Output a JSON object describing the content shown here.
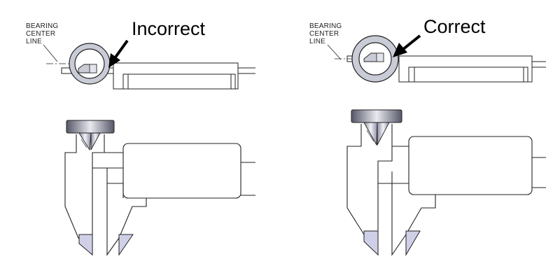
{
  "panels": [
    {
      "id": "incorrect",
      "title": "Incorrect",
      "annotation": [
        "BEARING",
        "CENTER",
        "LINE"
      ]
    },
    {
      "id": "correct",
      "title": "Correct",
      "annotation": [
        "BEARING",
        "CENTER",
        "LINE"
      ]
    }
  ],
  "colors": {
    "stroke": "#222222",
    "ring": "#c9cbd6",
    "ring_dark": "#8a8fa3",
    "tip": "#cfd0e8",
    "cap_light": "#e8e8ee",
    "cap_dark": "#5a5c70"
  }
}
